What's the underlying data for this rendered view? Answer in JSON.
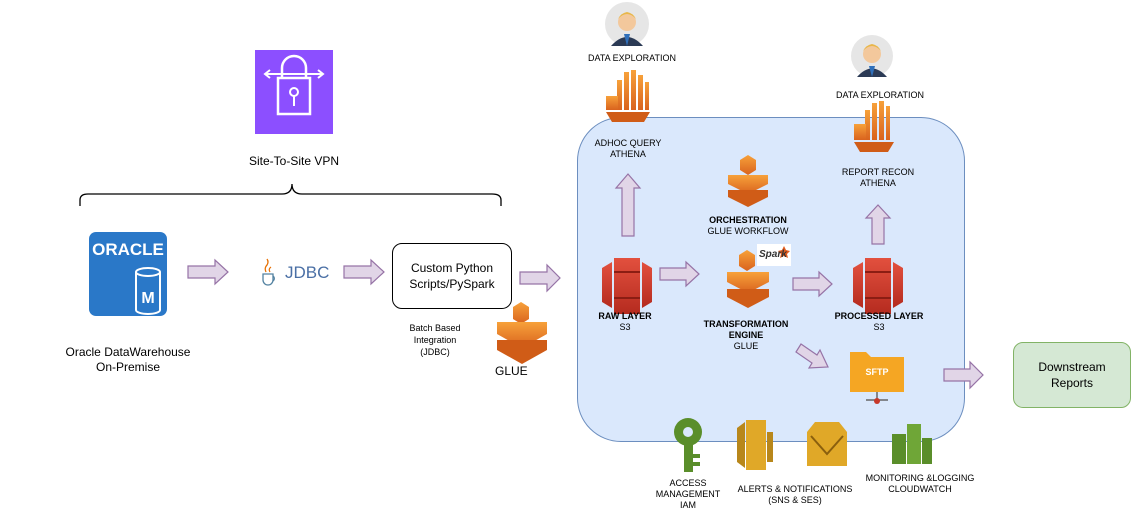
{
  "vpn": {
    "label": "Site-To-Site VPN"
  },
  "oracle": {
    "brand": "ORACLE",
    "line1": "Oracle  DataWarehouse",
    "line2": "On-Premise"
  },
  "jdbc": {
    "label": "JDBC"
  },
  "python": {
    "line1": "Custom Python",
    "line2": "Scripts/PySpark"
  },
  "batch": {
    "line1": "Batch Based",
    "line2": "Integration",
    "line3": "(JDBC)"
  },
  "glue": {
    "label": "GLUE"
  },
  "explore_left": {
    "label": "DATA EXPLORATION"
  },
  "explore_right": {
    "label": "DATA EXPLORATION"
  },
  "adhoc": {
    "line1": "ADHOC QUERY",
    "line2": "ATHENA"
  },
  "recon": {
    "line1": "REPORT RECON",
    "line2": "ATHENA"
  },
  "orchestration": {
    "line1": "ORCHESTRATION",
    "line2": "GLUE WORKFLOW"
  },
  "raw": {
    "line1": "RAW LAYER",
    "line2": "S3"
  },
  "transform": {
    "line1": "TRANSFORMATION",
    "line2": "ENGINE",
    "line3": "GLUE",
    "spark": "Spark"
  },
  "processed": {
    "line1": "PROCESSED LAYER",
    "line2": "S3"
  },
  "sftp": {
    "label": "SFTP"
  },
  "downstream": {
    "line1": "Downstream",
    "line2": "Reports"
  },
  "iam": {
    "line1": "ACCESS",
    "line2": "MANAGEMENT",
    "line3": "IAM"
  },
  "alerts": {
    "line1": "ALERTS & NOTIFICATIONS",
    "line2": "(SNS & SES)"
  },
  "monitoring": {
    "line1": "MONITORING &LOGGING",
    "line2": "CLOUDWATCH"
  },
  "colors": {
    "cloud_fill": "#dae8fc",
    "cloud_border": "#6c8ebf",
    "arrow_fill": "#e1d5e7",
    "arrow_stroke": "#9673a6",
    "aws_orange": "#e7772a",
    "aws_red": "#c7382a",
    "vpn_purple": "#8c4fff",
    "oracle_blue": "#2a78c8",
    "downstream_fill": "#d5e8d4",
    "downstream_border": "#82b366"
  }
}
